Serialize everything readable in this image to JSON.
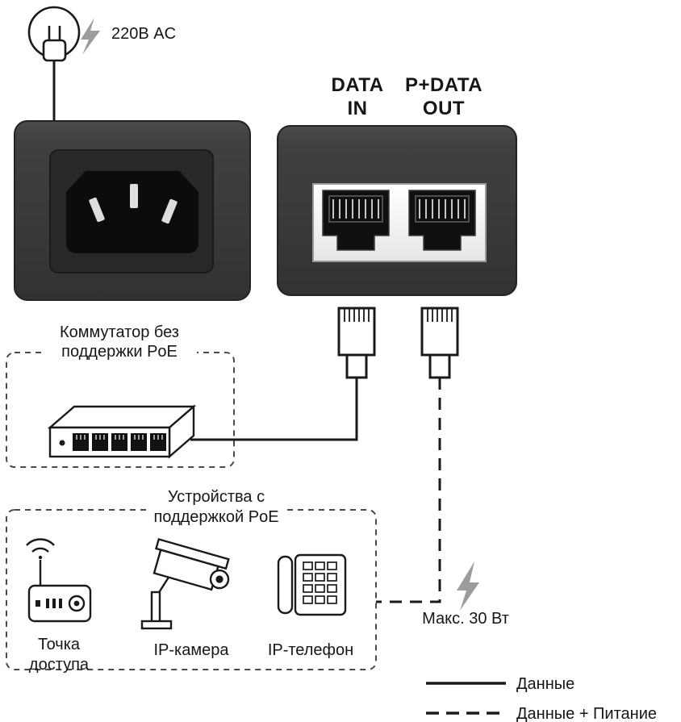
{
  "power": {
    "label": "220В AC"
  },
  "ports": {
    "data_in": [
      "DATA",
      "IN"
    ],
    "pdata_out": [
      "P+DATA",
      "OUT"
    ]
  },
  "switch_box": {
    "title1": "Коммутатор без",
    "title2": "поддержки PoE"
  },
  "devices_box": {
    "title1": "Устройства с",
    "title2": "поддержкой PoE",
    "access_point": {
      "label1": "Точка",
      "label2": "доступа"
    },
    "camera": {
      "label": "IP-камера"
    },
    "phone": {
      "label": "IP-телефон"
    }
  },
  "power_line": {
    "max_label": "Макс. 30 Вт"
  },
  "legend": {
    "data": "Данные",
    "data_power": "Данные + Питание"
  },
  "colors": {
    "device_body": "#3b3b3d",
    "outline": "#1a1a1a",
    "bolt_gray": "#9c9c9c",
    "panel": "#f2f2f2"
  },
  "icons": [
    "power-plug-icon",
    "lightning-icon",
    "ac-inlet-icon",
    "rj45-jack-icon",
    "rj45-plug-icon",
    "switch-icon",
    "access-point-icon",
    "ip-camera-icon",
    "ip-phone-icon"
  ]
}
